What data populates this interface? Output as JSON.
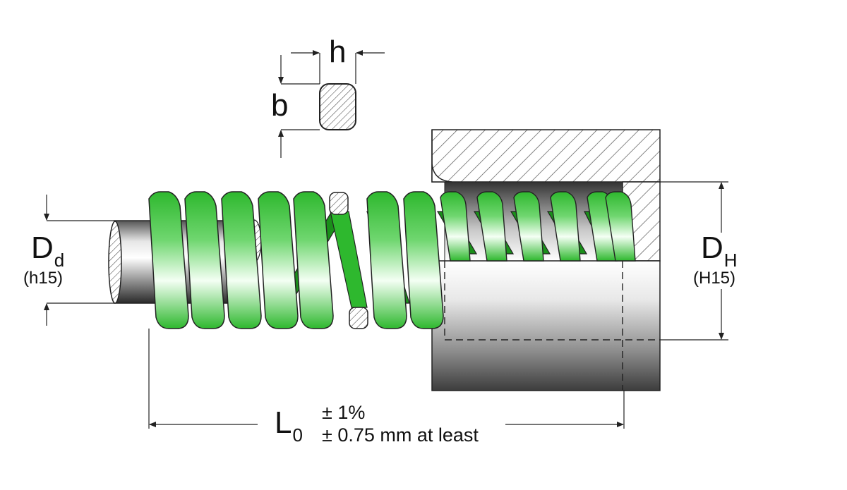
{
  "labels": {
    "h": "h",
    "b": "b",
    "dd_main": "D",
    "dd_sub": "d",
    "dd_tol": "(h15)",
    "dh_main": "D",
    "dh_sub": "H",
    "dh_tol": "(H15)",
    "l0_main": "L",
    "l0_sub": "0",
    "l0_tol1": "± 1%",
    "l0_tol2": "± 0.75 mm at least"
  },
  "colors": {
    "spring_green": "#2eb82e",
    "spring_dark": "#1a8f1a",
    "rod_light": "#f2f2f2",
    "rod_dark": "#4a4a4a",
    "line": "#222222"
  }
}
